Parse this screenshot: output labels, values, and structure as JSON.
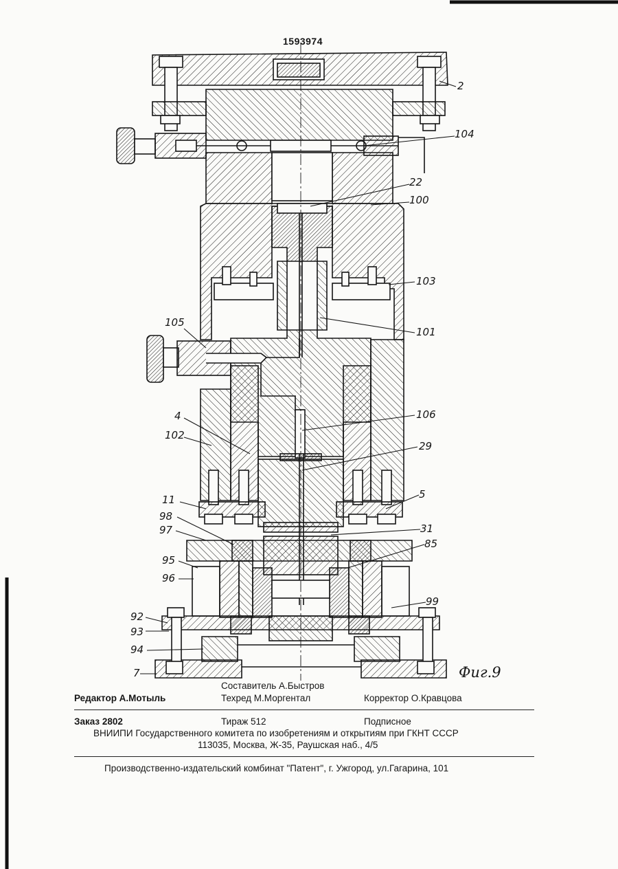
{
  "header": {
    "patent_number": "1593974"
  },
  "figure": {
    "caption": "Фиг.9",
    "callouts": [
      "2",
      "104",
      "22",
      "100",
      "103",
      "101",
      "105",
      "106",
      "4",
      "102",
      "29",
      "11",
      "5",
      "98",
      "31",
      "97",
      "85",
      "95",
      "96",
      "99",
      "92",
      "93",
      "94",
      "7"
    ]
  },
  "imprint": {
    "compiler": "Составитель А.Быстров",
    "editor": "Редактор А.Мотыль",
    "techred": "Техред М.Моргентал",
    "corrector": "Корректор О.Кравцова",
    "order": "Заказ 2802",
    "circulation": "Тираж 512",
    "subscription": "Подписное",
    "institute": "ВНИИПИ Государственного комитета по изобретениям и открытиям при ГКНТ СССР",
    "address": "113035, Москва, Ж-35, Раушская наб., 4/5",
    "publisher": "Производственно-издательский комбинат \"Патент\", г. Ужгород, ул.Гагарина, 101"
  }
}
